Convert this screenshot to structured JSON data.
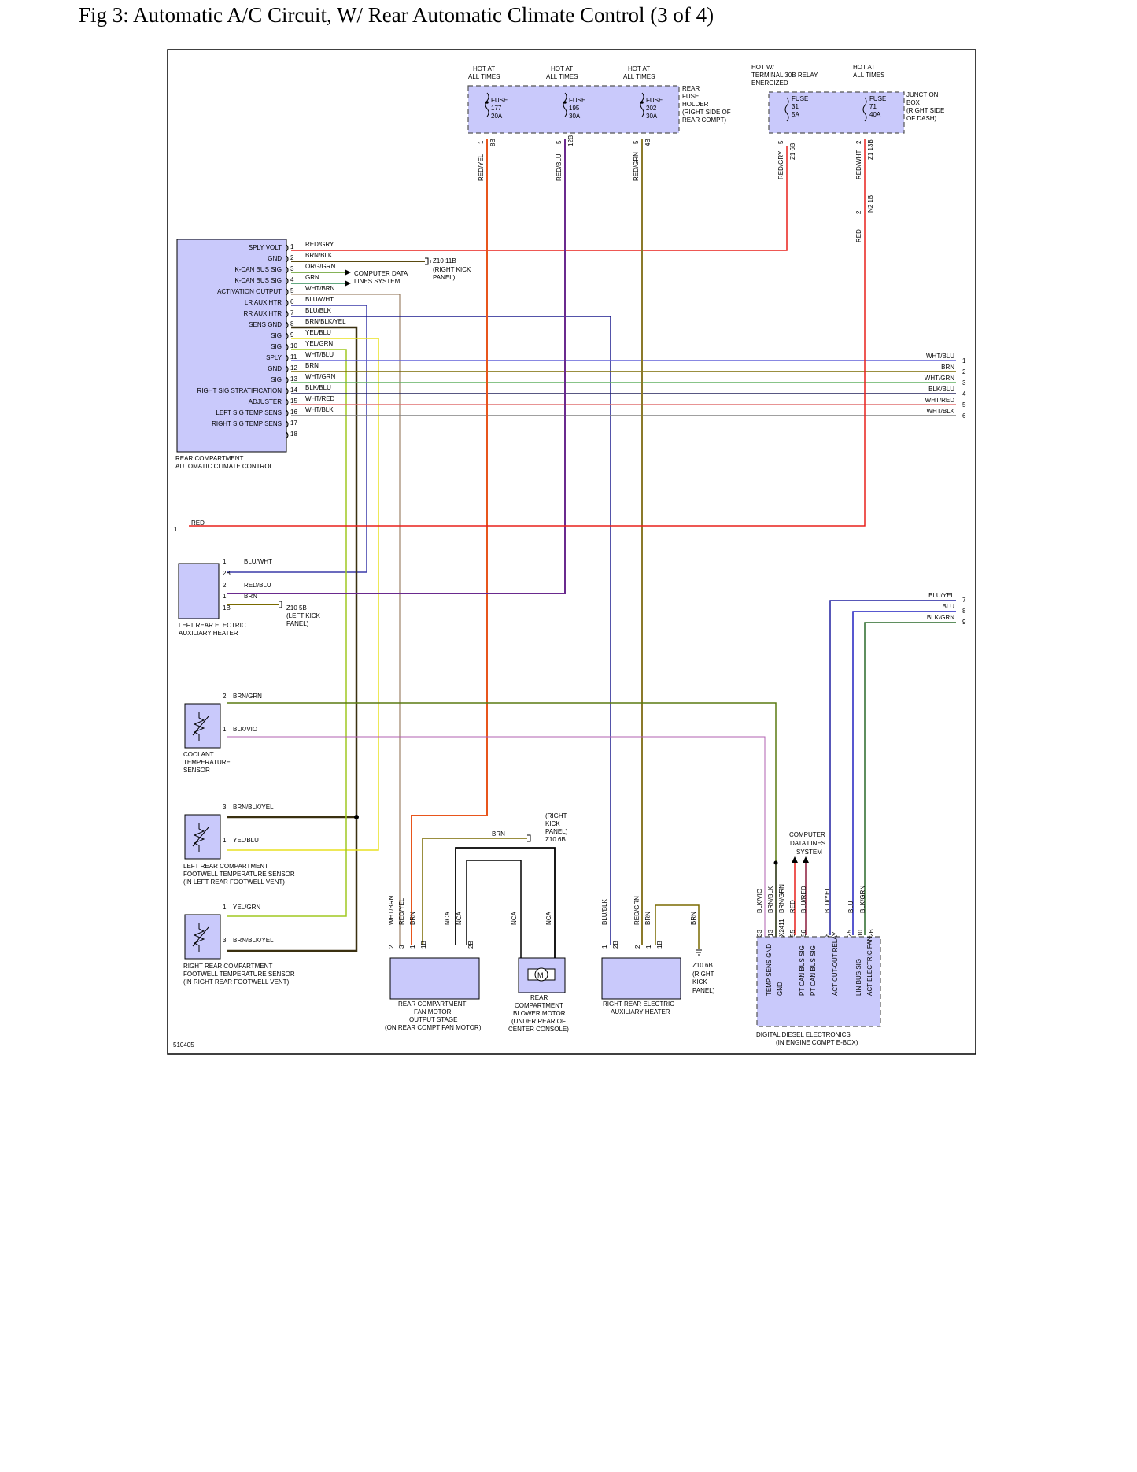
{
  "title": "Fig 3: Automatic A/C Circuit, W/ Rear Automatic Climate Control (3 of 4)",
  "diagram_id": "510405",
  "colors": {
    "RED": "#e8211c",
    "RED/YEL": "#e8551c",
    "RED/BLU": "#6a2a8e",
    "RED/GRN": "#8b7a2a",
    "RED/GRY": "#e8211c",
    "RED/WHT": "#e86060",
    "BRN": "#7a6a00",
    "BRN/BLK": "#5a4a10",
    "ORG/GRN": "#5d9a20",
    "GRN": "#2e8b57",
    "WHT/BRN": "#b0a070",
    "BLU/WHT": "#3a3aa8",
    "BLU/BLK": "#1a1a8e",
    "BRN/BLK/YEL": "#3a3010",
    "YEL/BLU": "#e8e020",
    "YEL/GRN": "#a0c820",
    "WHT/BLU": "#6060d8",
    "WHT/GRN": "#60b060",
    "BLK/BLU": "#20205a",
    "WHT/RED": "#e07070",
    "WHT/BLK": "#808080",
    "BRN/GRN": "#5a7a10",
    "BLK/VIO": "#b060b0",
    "BLU/YEL": "#2020a0",
    "BLU": "#2020c0",
    "BLK/GRN": "#2a6a2a",
    "BLU/RED": "#8a1a3a",
    "NCA": "#000000",
    "WHT/BRN2": "#8a6a4a"
  },
  "fuses": {
    "rear_holder": [
      {
        "hot": [
          "HOT AT",
          "ALL TIMES"
        ],
        "name": "FUSE",
        "num": "177",
        "amp": "20A",
        "pin": "1",
        "conn": "8B",
        "wire": "RED/YEL"
      },
      {
        "hot": [
          "HOT AT",
          "ALL TIMES"
        ],
        "name": "FUSE",
        "num": "195",
        "amp": "30A",
        "pin": "5",
        "conn": "12B",
        "wire": "RED/BLU"
      },
      {
        "hot": [
          "HOT AT",
          "ALL TIMES"
        ],
        "name": "FUSE",
        "num": "202",
        "amp": "30A",
        "pin": "5",
        "conn": "4B",
        "wire": "RED/GRN"
      }
    ],
    "rear_holder_label": [
      "REAR",
      "FUSE",
      "HOLDER",
      "(RIGHT SIDE OF",
      "REAR COMPT)"
    ],
    "junction": [
      {
        "hot": [
          "HOT W/",
          "TERMINAL 30B RELAY",
          "ENERGIZED"
        ],
        "name": "FUSE",
        "num": "31",
        "amp": "5A",
        "pin": "5",
        "conn": "Z1 6B",
        "wire": "RED/GRY"
      },
      {
        "hot": [
          "HOT AT",
          "ALL TIMES"
        ],
        "name": "FUSE",
        "num": "71",
        "amp": "40A",
        "pin": "2",
        "conn": "Z1 13B",
        "wire": "RED/WHT"
      }
    ],
    "junction_label": [
      "JUNCTION",
      "BOX",
      "(RIGHT SIDE",
      "OF DASH)"
    ],
    "n2": {
      "pin": "2",
      "conn": "N2 1B",
      "wire": "RED"
    }
  },
  "climate": {
    "name": [
      "REAR COMPARTMENT",
      "AUTOMATIC CLIMATE CONTROL"
    ],
    "pins": [
      {
        "label": "SPLY VOLT",
        "num": "1",
        "wire": "RED/GRY"
      },
      {
        "label": "GND",
        "num": "2",
        "wire": "BRN/BLK"
      },
      {
        "label": "K-CAN BUS SIG",
        "num": "3",
        "wire": "ORG/GRN"
      },
      {
        "label": "K-CAN BUS SIG",
        "num": "4",
        "wire": "GRN"
      },
      {
        "label": "ACTIVATION OUTPUT",
        "num": "5",
        "wire": "WHT/BRN"
      },
      {
        "label": "LR AUX HTR",
        "num": "6",
        "wire": "BLU/WHT"
      },
      {
        "label": "RR AUX HTR",
        "num": "7",
        "wire": "BLU/BLK"
      },
      {
        "label": "SENS GND",
        "num": "8",
        "wire": "BRN/BLK/YEL"
      },
      {
        "label": "SIG",
        "num": "9",
        "wire": "YEL/BLU"
      },
      {
        "label": "SIG",
        "num": "10",
        "wire": "YEL/GRN"
      },
      {
        "label": "SPLY",
        "num": "11",
        "wire": "WHT/BLU"
      },
      {
        "label": "GND",
        "num": "12",
        "wire": "BRN"
      },
      {
        "label": "SIG",
        "num": "13",
        "wire": "WHT/GRN"
      },
      {
        "label": "RIGHT SIG STRATIFICATION",
        "num": "14",
        "wire": "BLK/BLU"
      },
      {
        "label": "ADJUSTER",
        "num": "15",
        "wire": "WHT/RED"
      },
      {
        "label": "LEFT SIG TEMP SENS",
        "num": "16",
        "wire": "WHT/BLK"
      },
      {
        "label": "RIGHT SIG TEMP SENS",
        "num": "17",
        "wire": ""
      },
      {
        "label": "",
        "num": "18",
        "wire": ""
      }
    ]
  },
  "z10_11b": [
    "Z10 11B",
    "(RIGHT KICK",
    "PANEL)"
  ],
  "cdl1": [
    "COMPUTER DATA",
    "LINES SYSTEM"
  ],
  "right_edge": [
    {
      "wire": "WHT/BLU",
      "num": "1"
    },
    {
      "wire": "BRN",
      "num": "2"
    },
    {
      "wire": "WHT/GRN",
      "num": "3"
    },
    {
      "wire": "BLK/BLU",
      "num": "4"
    },
    {
      "wire": "WHT/RED",
      "num": "5"
    },
    {
      "wire": "WHT/BLK",
      "num": "6"
    }
  ],
  "red_wire": {
    "num": "1",
    "wire": "RED"
  },
  "left_heater": {
    "name": [
      "LEFT REAR ELECTRIC",
      "AUXILIARY HEATER"
    ],
    "pins": [
      {
        "num": "1",
        "wire": "BLU/WHT",
        "conn": "2B"
      },
      {
        "num": "2",
        "wire": "RED/BLU"
      },
      {
        "num": "1",
        "wire": "BRN",
        "conn": "1B"
      }
    ],
    "ground": [
      "Z10 5B",
      "(LEFT KICK",
      "PANEL)"
    ]
  },
  "right_edge2": [
    {
      "wire": "BLU/YEL",
      "num": "7"
    },
    {
      "wire": "BLU",
      "num": "8"
    },
    {
      "wire": "BLK/GRN",
      "num": "9"
    }
  ],
  "coolant": {
    "name": [
      "COOLANT",
      "TEMPERATURE",
      "SENSOR"
    ],
    "pins": [
      {
        "num": "2",
        "wire": "BRN/GRN"
      },
      {
        "num": "1",
        "wire": "BLK/VIO"
      }
    ]
  },
  "left_footwell": {
    "name": [
      "LEFT REAR COMPARTMENT",
      "FOOTWELL TEMPERATURE SENSOR",
      "(IN LEFT REAR FOOTWELL VENT)"
    ],
    "pins": [
      {
        "num": "3",
        "wire": "BRN/BLK/YEL"
      },
      {
        "num": "1",
        "wire": "YEL/BLU"
      }
    ]
  },
  "right_footwell": {
    "name": [
      "RIGHT REAR COMPARTMENT",
      "FOOTWELL TEMPERATURE SENSOR",
      "(IN RIGHT REAR FOOTWELL VENT)"
    ],
    "pins": [
      {
        "num": "1",
        "wire": "YEL/GRN"
      },
      {
        "num": "3",
        "wire": "BRN/BLK/YEL"
      }
    ]
  },
  "fan_stage": {
    "name": [
      "REAR COMPARTMENT",
      "FAN MOTOR",
      "OUTPUT STAGE",
      "(ON REAR COMPT FAN MOTOR)"
    ],
    "wires": [
      "WHT/BRN",
      "RED/YEL",
      "BRN",
      "NCA",
      "NCA"
    ],
    "pins": [
      "2",
      "3",
      "1",
      "1B",
      "2B"
    ]
  },
  "z10_6b_a": [
    "(RIGHT",
    "KICK",
    "PANEL)",
    "Z10 6B"
  ],
  "fan_brn": "BRN",
  "blower": {
    "name": [
      "REAR",
      "COMPARTMENT",
      "BLOWER MOTOR",
      "(UNDER REAR OF",
      "CENTER CONSOLE)"
    ],
    "wires": [
      "NCA",
      "NCA"
    ],
    "motor": "M"
  },
  "right_heater": {
    "name": [
      "RIGHT REAR ELECTRIC",
      "AUXILIARY HEATER"
    ],
    "wires": [
      "BLU/BLK",
      "RED/GRN",
      "BRN",
      "BRN"
    ],
    "pins": [
      "1",
      "2B",
      "2",
      "1",
      "1B"
    ],
    "ground": [
      "Z10 6B",
      "(RIGHT",
      "KICK",
      "PANEL)"
    ]
  },
  "dde": {
    "name": [
      "DIGITAL DIESEL ELECTRONICS",
      "(IN ENGINE COMPT E-BOX)"
    ],
    "cdl": [
      "COMPUTER",
      "DATA LINES",
      "SYSTEM"
    ],
    "wires": [
      "BLK/VIO",
      "BRN/BLK",
      "BRN/GRN",
      "RED",
      "BLU/RED",
      "BLU/YEL",
      "BLU",
      "BLK/GRN"
    ],
    "pins": [
      "33",
      "13",
      "X2411",
      "55",
      "56",
      "8",
      "25",
      "10",
      "2B"
    ],
    "labels": [
      "TEMP SENS GND",
      "GND",
      "PT CAN BUS SIG",
      "PT CAN BUS SIG",
      "ACT CUT-OUT RELAY",
      "LIN BUS SIG",
      "ACT ELECTRIC FAN"
    ]
  }
}
